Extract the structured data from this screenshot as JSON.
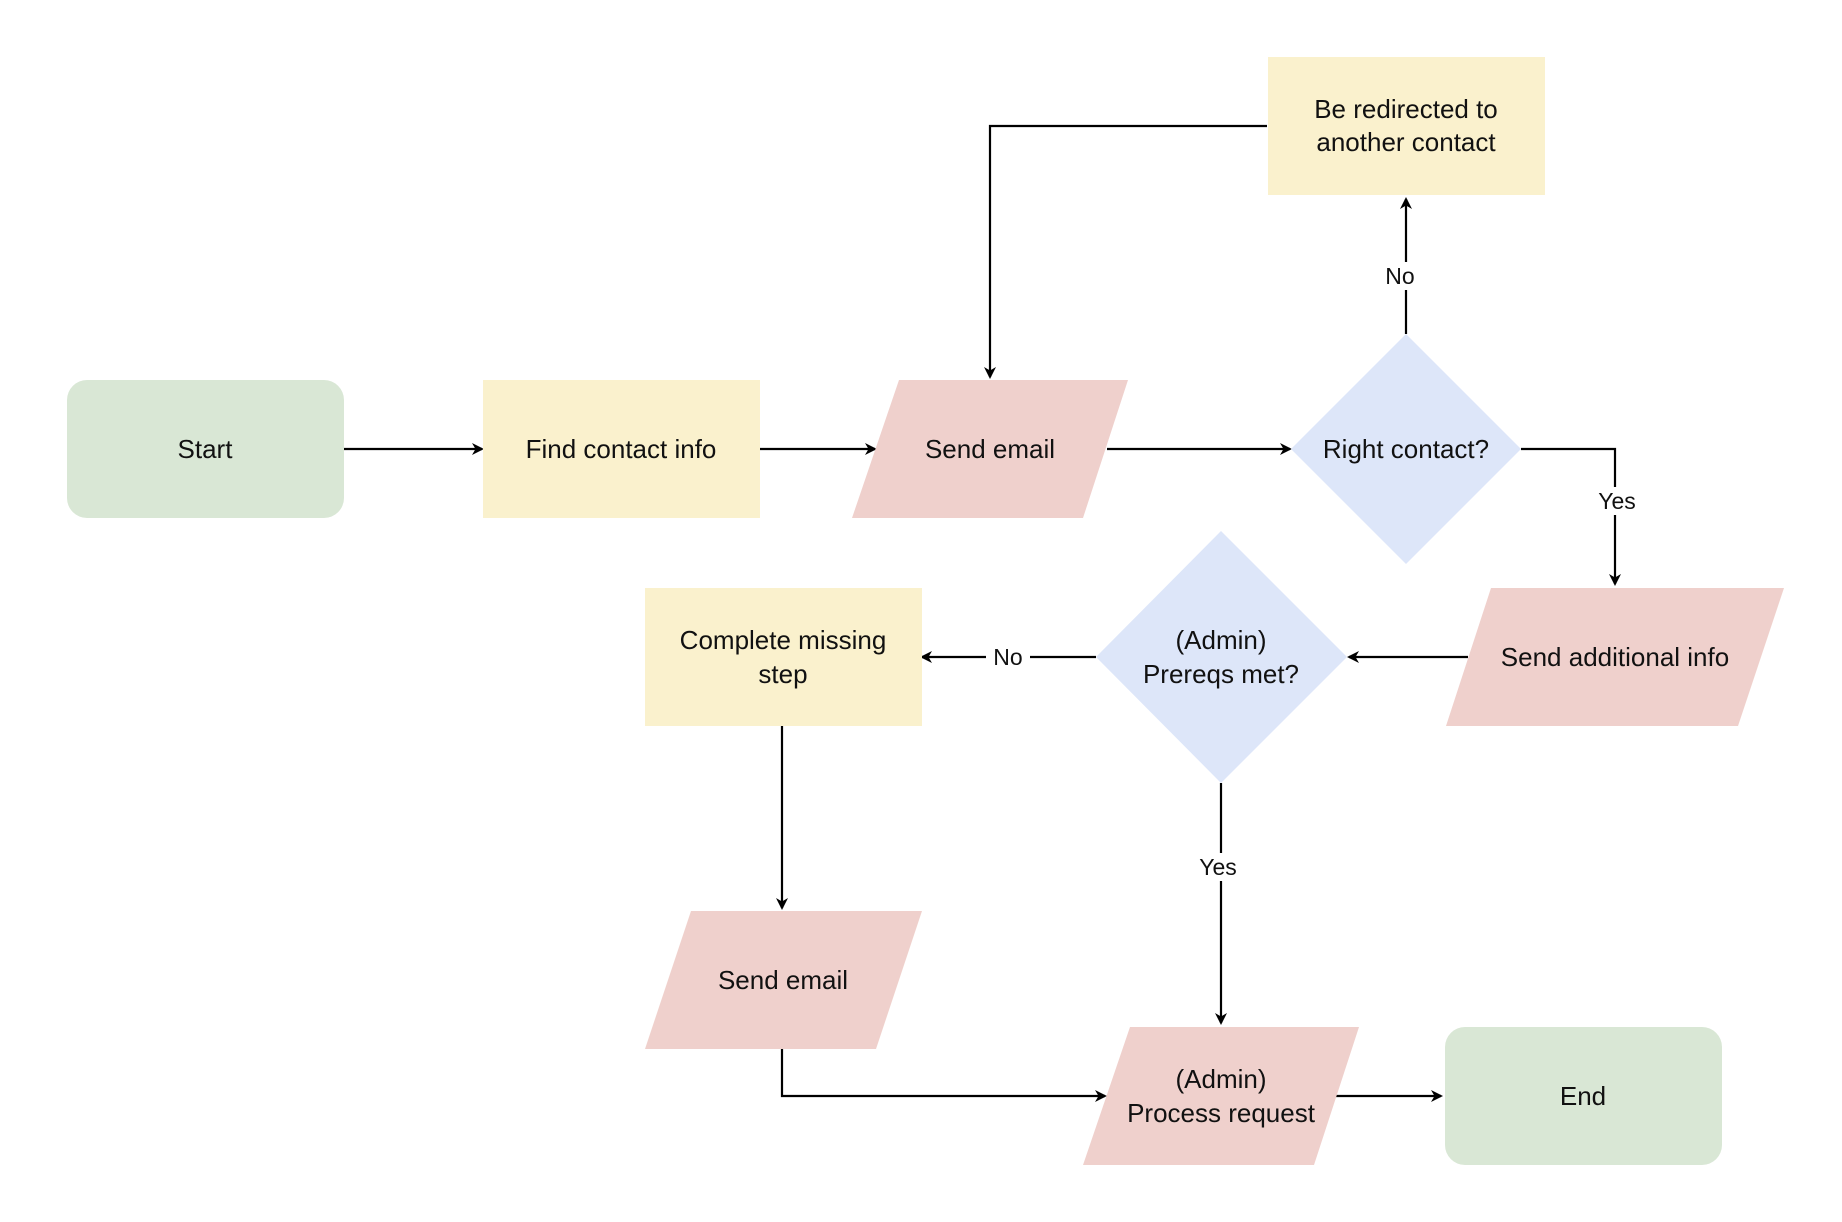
{
  "colors": {
    "terminal": "#d9e7d5",
    "process": "#faf1cd",
    "io": "#efd0cc",
    "decision": "#dde6f9",
    "line": "#000000",
    "text": "#111111"
  },
  "nodes": {
    "start": {
      "label": "Start"
    },
    "find_contact": {
      "label": "Find contact info"
    },
    "send_email_1": {
      "label": "Send email"
    },
    "right_contact": {
      "label": "Right contact?"
    },
    "redirected": {
      "line1": "Be redirected to",
      "line2": "another contact"
    },
    "send_additional": {
      "label": "Send additional info"
    },
    "prereqs": {
      "line1": "(Admin)",
      "line2": "Prereqs met?"
    },
    "complete_missing": {
      "line1": "Complete missing",
      "line2": "step"
    },
    "send_email_2": {
      "label": "Send email"
    },
    "process_request": {
      "line1": "(Admin)",
      "line2": "Process request"
    },
    "end": {
      "label": "End"
    }
  },
  "edge_labels": {
    "right_contact_no": "No",
    "right_contact_yes": "Yes",
    "prereqs_no": "No",
    "prereqs_yes": "Yes"
  }
}
